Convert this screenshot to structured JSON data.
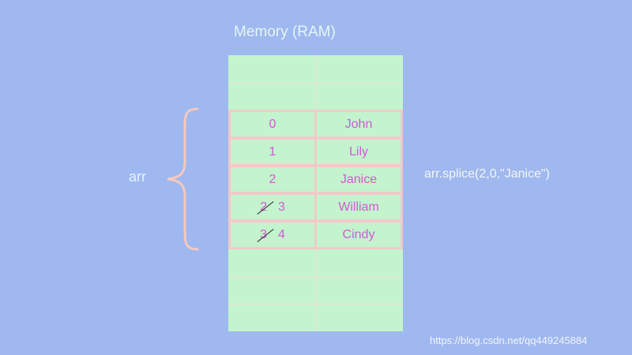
{
  "title": "Memory (RAM)",
  "variable_label": "arr",
  "code": "arr.splice(2,0,\"Janice\")",
  "watermark": "https://blog.csdn.net/qq449245884",
  "elements": [
    {
      "old_index": "",
      "index": "0",
      "value": "John"
    },
    {
      "old_index": "",
      "index": "1",
      "value": "Lily"
    },
    {
      "old_index": "",
      "index": "2",
      "value": "Janice"
    },
    {
      "old_index": "2",
      "index": "3",
      "value": "William"
    },
    {
      "old_index": "3",
      "index": "4",
      "value": "Cindy"
    }
  ],
  "colors": {
    "background": "#9fb8ef",
    "memory_fill": "#c3f4cd",
    "cell_border": "#f3c9c9",
    "cell_text": "#d259d6",
    "brace": "#f6c8bd"
  },
  "icons": [
    "curly-brace-icon",
    "strikethrough-mark"
  ]
}
